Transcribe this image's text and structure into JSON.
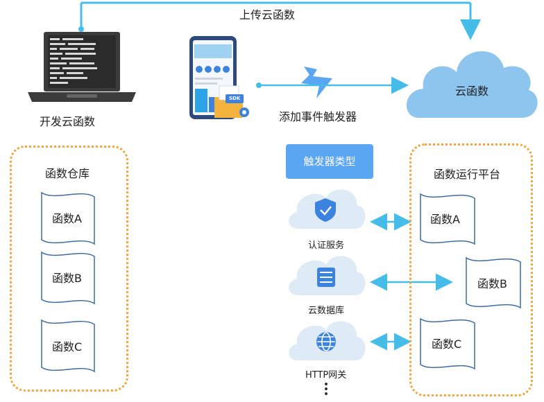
{
  "top": {
    "upload_label": "上传云函数",
    "develop_label": "开发云函数",
    "add_trigger_label": "添加事件触发器",
    "cloud_function_label": "云函数",
    "sdk_label": "SDK"
  },
  "repo": {
    "title": "函数仓库",
    "items": [
      "函数A",
      "函数B",
      "函数C"
    ]
  },
  "triggers": {
    "title": "触发器类型",
    "items": [
      "认证服务",
      "云数据库",
      "HTTP网关"
    ]
  },
  "platform": {
    "title": "函数运行平台",
    "items": [
      "函数A",
      "函数B",
      "函数C"
    ]
  },
  "colors": {
    "arrow": "#45bde8",
    "cloud_main": "#8ec5ee",
    "cloud_light": "#deebf7",
    "dashed_border": "#f0a63c",
    "trigger_box": "#5aa6f2",
    "icon_blue": "#3c83e0"
  }
}
